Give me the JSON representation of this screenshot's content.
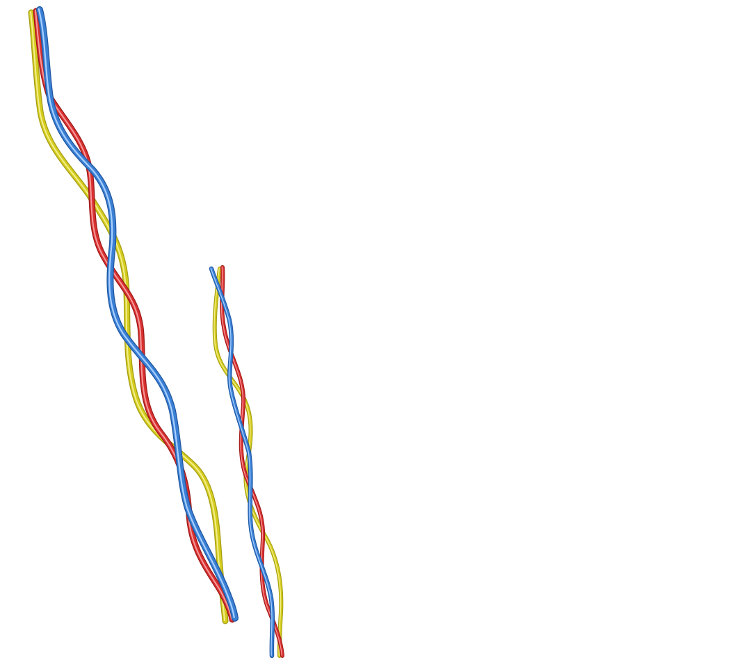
{
  "scene": {
    "description_none": "",
    "colors": {
      "background": "#ffffff",
      "yellow": "#d4cc1e",
      "yellow_highlight": "#f3ee8c",
      "red": "#d93030",
      "red_highlight": "#f59a9a",
      "blue": "#3a7fd4",
      "blue_highlight": "#a8d0ff"
    },
    "strands": [
      {
        "name": "large-twist",
        "wires": [
          "yellow",
          "red",
          "blue"
        ]
      },
      {
        "name": "small-twist",
        "wires": [
          "yellow",
          "red",
          "blue"
        ]
      }
    ]
  }
}
